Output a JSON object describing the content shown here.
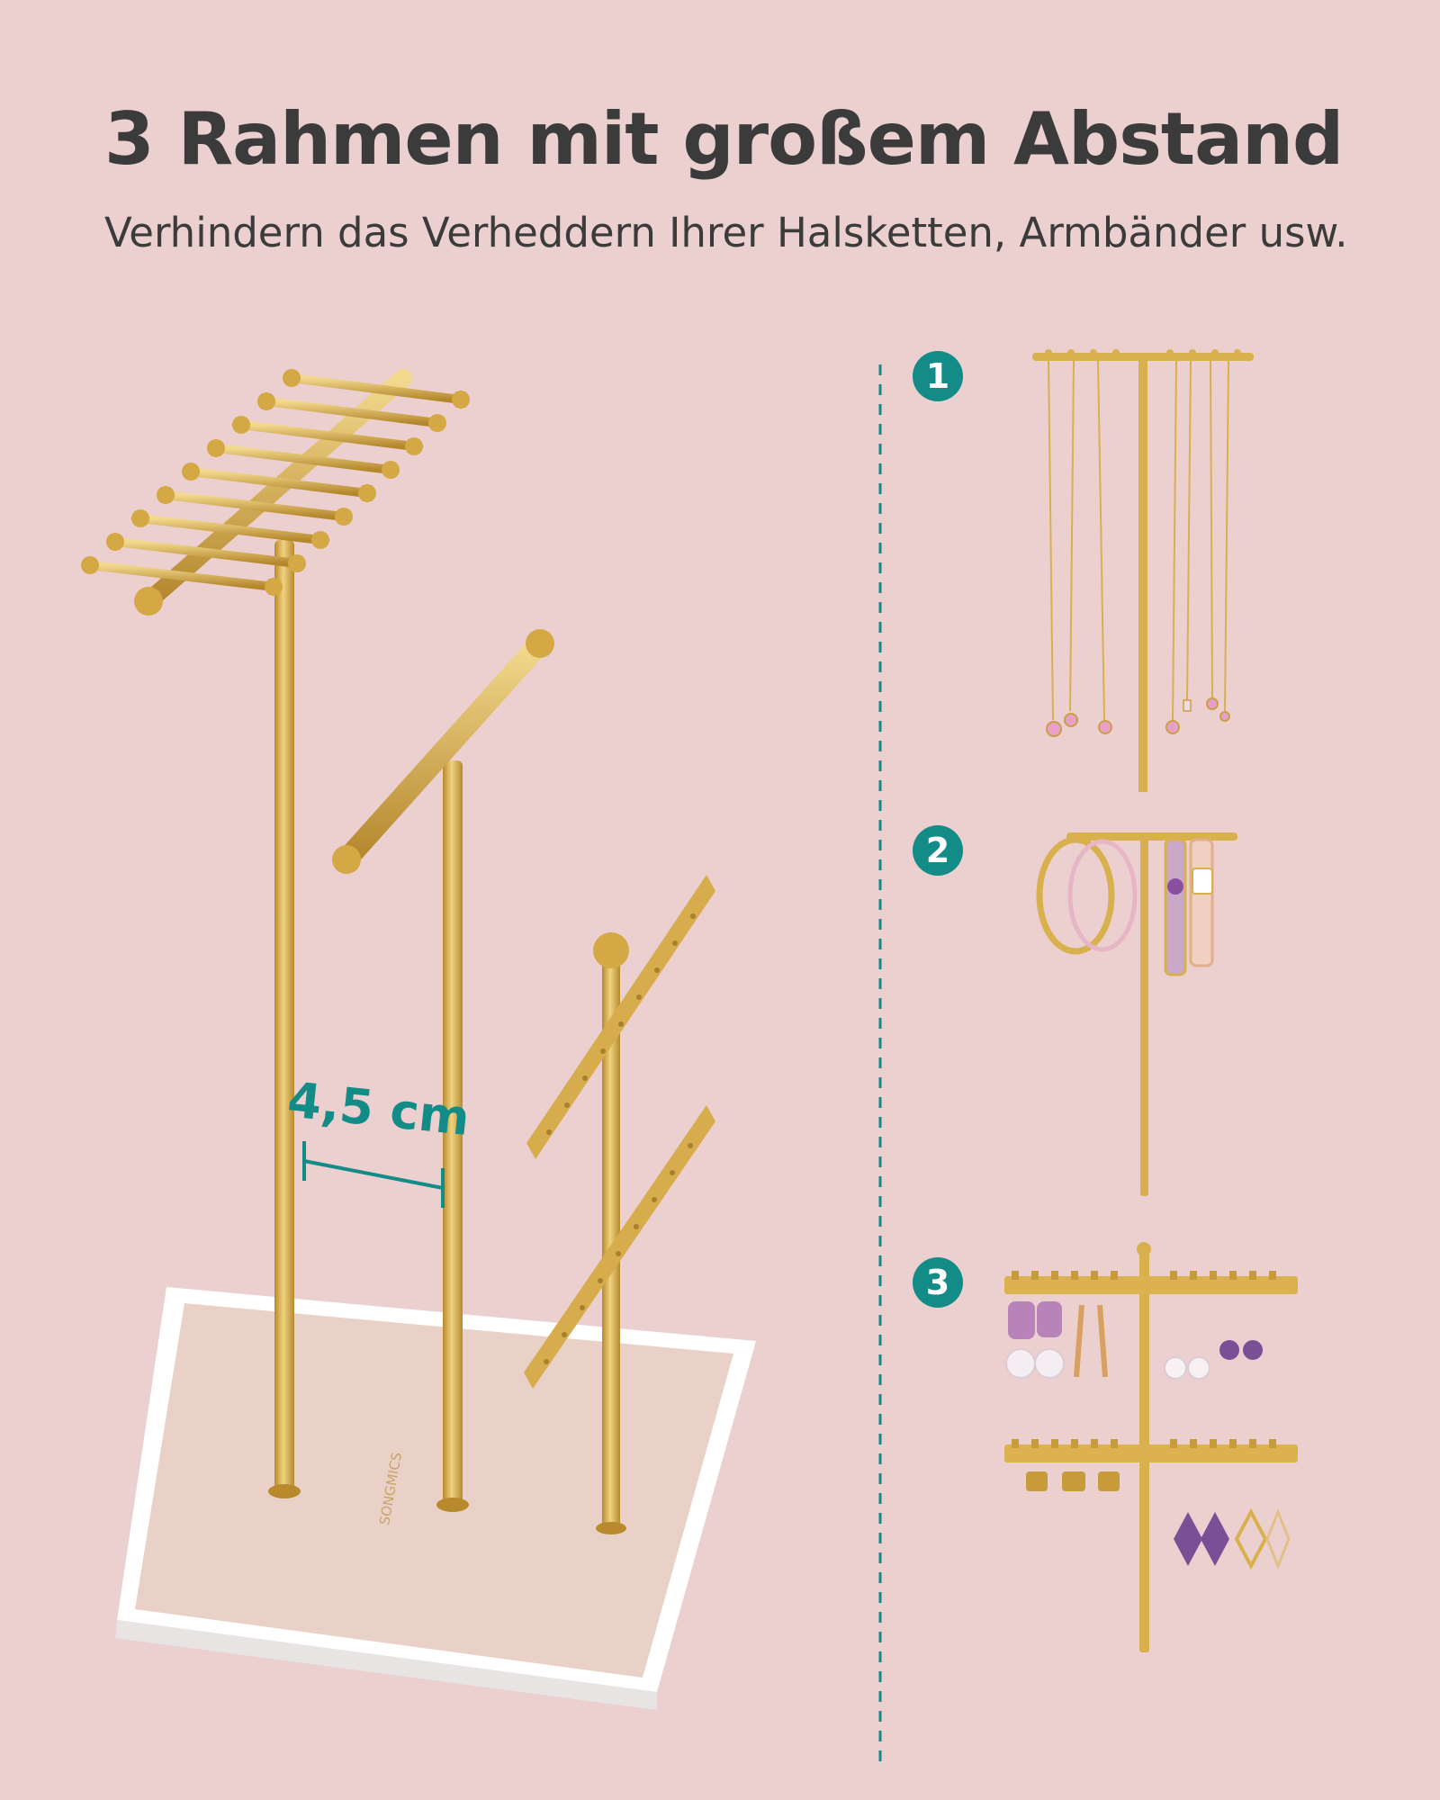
{
  "header": {
    "title": "3 Rahmen mit großem Abstand",
    "subtitle": "Verhindern das Verheddern Ihrer Halsketten, Armbänder usw."
  },
  "product": {
    "measurement_label": "4,5 cm",
    "brand_mark": "SONGMICS"
  },
  "features": [
    {
      "number": "1"
    },
    {
      "number": "2"
    },
    {
      "number": "3"
    }
  ],
  "colors": {
    "background": "#ecd0d0",
    "accent": "#138b87",
    "gold": "#d9b04e",
    "tray_white": "#ffffff",
    "tray_velvet": "#ead1c8",
    "text": "#3b3b3b"
  }
}
